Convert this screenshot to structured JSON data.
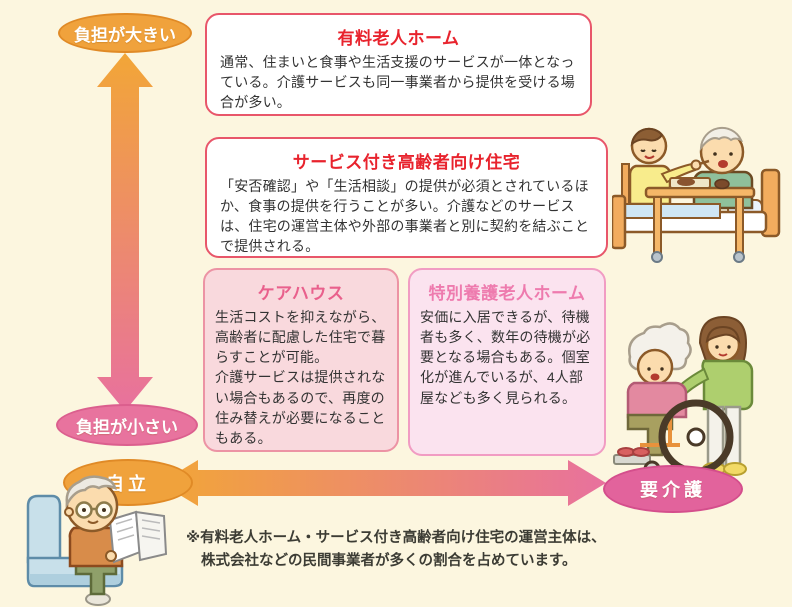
{
  "page": {
    "background": "#FCF6DF",
    "description": "有料老人ホーム等の高齢者向け住まいを、負担の大小と自立〜要介護の2軸で整理した図"
  },
  "arrow_gradient": {
    "orange": "#F2A637",
    "pink": "#E8719E"
  },
  "ellipses": [
    {
      "id": "burden-large",
      "label": "負担が大きい",
      "fill": "#F0A23C",
      "border": "#E08A26"
    },
    {
      "id": "burden-small",
      "label": "負担が小さい",
      "fill": "#E8739E",
      "border": "#DB5F8E"
    },
    {
      "id": "independent",
      "label": "自立",
      "fill": "#F0A23C",
      "border": "#E08A26"
    },
    {
      "id": "needs-care",
      "label": "要介護",
      "fill": "#E2639C",
      "border": "#D44E8C"
    }
  ],
  "boxes": [
    {
      "title": "有料老人ホーム",
      "body": "通常、住まいと食事や生活支援のサービスが一体となっている。介護サービスも同一事業者から提供を受ける場合が多い。",
      "title_color": "#E8232D",
      "border_color": "#E8566A",
      "bg": "#FFFFFF"
    },
    {
      "title": "サービス付き高齢者向け住宅",
      "body": "「安否確認」や「生活相談」の提供が必須とされているほか、食事の提供を行うことが多い。介護などのサービスは、住宅の運営主体や外部の事業者と別に契約を結ぶことで提供される。",
      "title_color": "#E8232D",
      "border_color": "#E8566A",
      "bg": "#FFFFFF"
    },
    {
      "title": "ケアハウス",
      "body": "生活コストを抑えながら、高齢者に配慮した住宅で暮らすことが可能。\n介護サービスは提供されない場合もあるので、再度の住み替えが必要になることもある。",
      "title_color": "#E9608C",
      "border_color": "#EC93A4",
      "bg": "#F9D9DD"
    },
    {
      "title": "特別養護老人ホーム",
      "body": "安価に入居できるが、待機者も多く、数年の待機が必要となる場合もある。個室化が進んでいるが、4人部屋なども多く見られる。",
      "title_color": "#EE7BAE",
      "border_color": "#F19CC3",
      "bg": "#FBE3EF"
    }
  ],
  "note": {
    "line1": "※有料老人ホーム・サービス付き高齢者向け住宅の運営主体は、",
    "line2": "株式会社などの民間事業者が多くの割合を占めています。"
  },
  "illustrations": {
    "bed_feeding": "介助者がベッド上の高齢男性に食事を介助しているイラスト",
    "wheelchair": "介護職員が車いすの高齢女性を押しているイラスト",
    "reading": "高齢男性がソファで新聞を読んでいるイラスト"
  }
}
